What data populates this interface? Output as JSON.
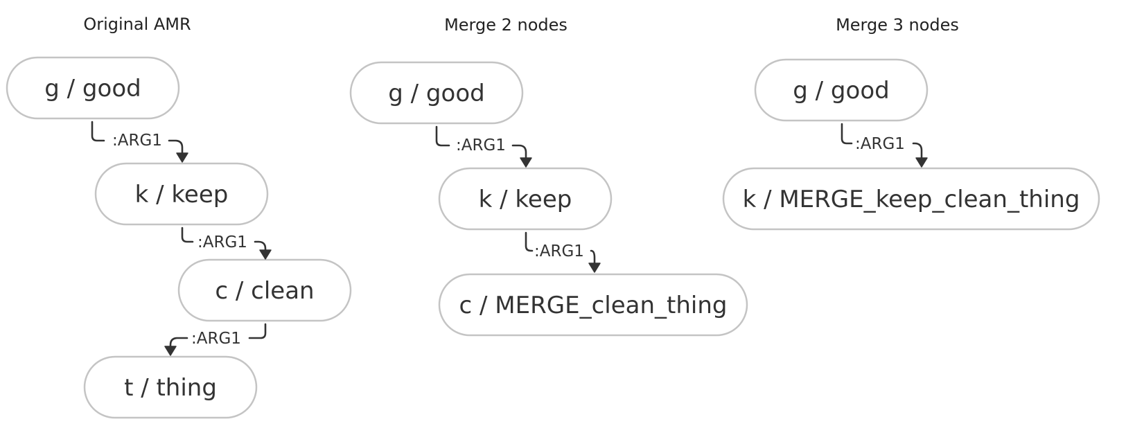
{
  "panels": [
    {
      "title": "Original AMR",
      "nodes": [
        {
          "id": "g",
          "label": "g / good"
        },
        {
          "id": "k",
          "label": "k / keep"
        },
        {
          "id": "c",
          "label": "c / clean"
        },
        {
          "id": "t",
          "label": "t / thing"
        }
      ],
      "edges": [
        {
          "from": "g",
          "to": "k",
          "label": ":ARG1"
        },
        {
          "from": "k",
          "to": "c",
          "label": ":ARG1"
        },
        {
          "from": "c",
          "to": "t",
          "label": ":ARG1"
        }
      ]
    },
    {
      "title": "Merge 2 nodes",
      "nodes": [
        {
          "id": "g",
          "label": "g / good"
        },
        {
          "id": "k",
          "label": "k / keep"
        },
        {
          "id": "c",
          "label": "c / MERGE_clean_thing"
        }
      ],
      "edges": [
        {
          "from": "g",
          "to": "k",
          "label": ":ARG1"
        },
        {
          "from": "k",
          "to": "c",
          "label": ":ARG1"
        }
      ]
    },
    {
      "title": "Merge 3 nodes",
      "nodes": [
        {
          "id": "g",
          "label": "g / good"
        },
        {
          "id": "k",
          "label": "k / MERGE_keep_clean_thing"
        }
      ],
      "edges": [
        {
          "from": "g",
          "to": "k",
          "label": ":ARG1"
        }
      ]
    }
  ]
}
